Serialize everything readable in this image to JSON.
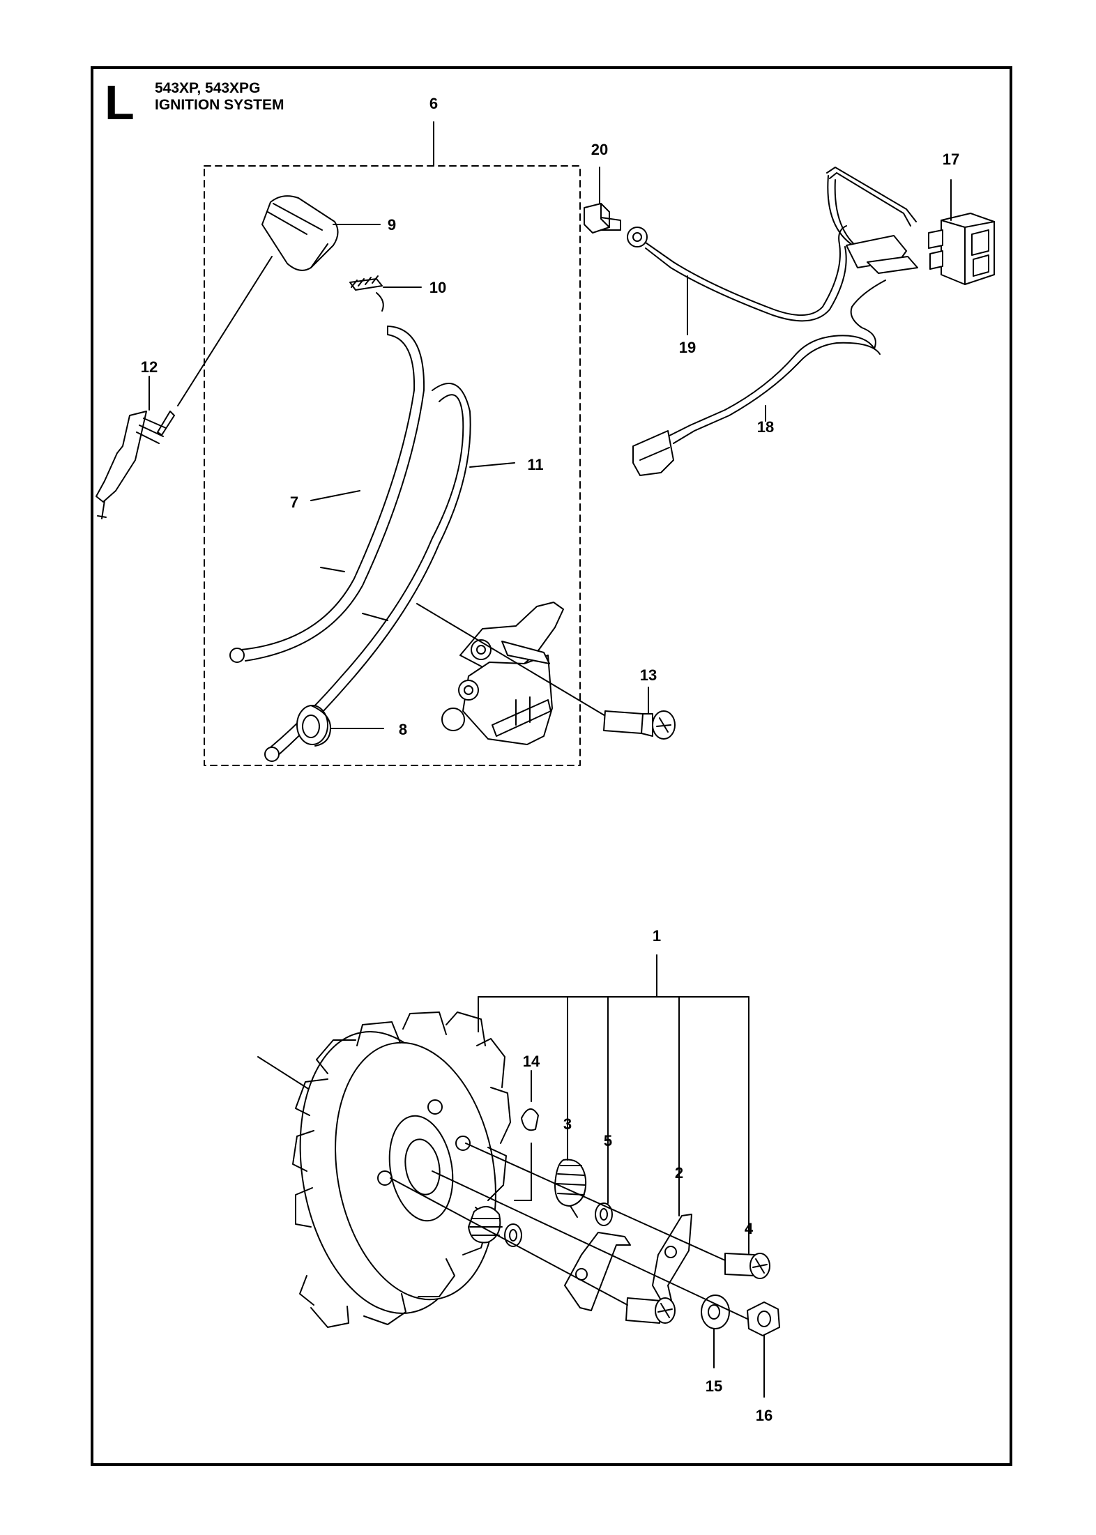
{
  "header": {
    "section_letter": "L",
    "models": "543XP, 543XPG",
    "title": "IGNITION SYSTEM"
  },
  "callouts": [
    {
      "id": "c1",
      "text": "1"
    },
    {
      "id": "c2",
      "text": "2"
    },
    {
      "id": "c3",
      "text": "3"
    },
    {
      "id": "c4",
      "text": "4"
    },
    {
      "id": "c5",
      "text": "5"
    },
    {
      "id": "c6",
      "text": "6"
    },
    {
      "id": "c7",
      "text": "7"
    },
    {
      "id": "c8",
      "text": "8"
    },
    {
      "id": "c9",
      "text": "9"
    },
    {
      "id": "c10",
      "text": "10"
    },
    {
      "id": "c11",
      "text": "11"
    },
    {
      "id": "c12",
      "text": "12"
    },
    {
      "id": "c13",
      "text": "13"
    },
    {
      "id": "c14",
      "text": "14"
    },
    {
      "id": "c15",
      "text": "15"
    },
    {
      "id": "c16",
      "text": "16"
    },
    {
      "id": "c17",
      "text": "17"
    },
    {
      "id": "c18",
      "text": "18"
    },
    {
      "id": "c19",
      "text": "19"
    },
    {
      "id": "c20",
      "text": "20"
    }
  ]
}
